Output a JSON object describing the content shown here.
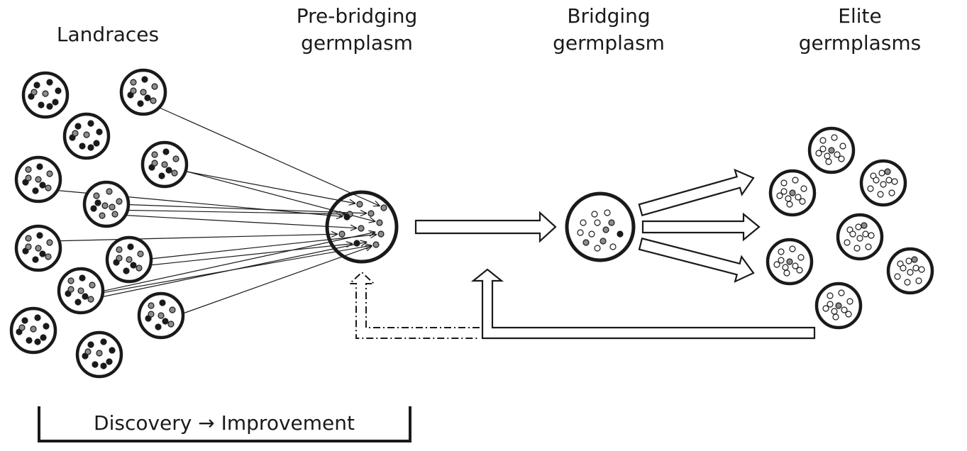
{
  "headings": {
    "landraces": "Landraces",
    "pre_bridging_line1": "Pre-bridging",
    "pre_bridging_line2": "germplasm",
    "bridging_line1": "Bridging",
    "bridging_line2": "germplasm",
    "elite_line1": "Elite",
    "elite_line2": "germplasms"
  },
  "bottom_label": "Discovery → Improvement",
  "colors": {
    "stroke": "#1a1a1a",
    "dot_black": "#1a1a1a",
    "dot_gray": "#8c8c8c",
    "dot_white": "#ffffff",
    "background": "#ffffff"
  }
}
